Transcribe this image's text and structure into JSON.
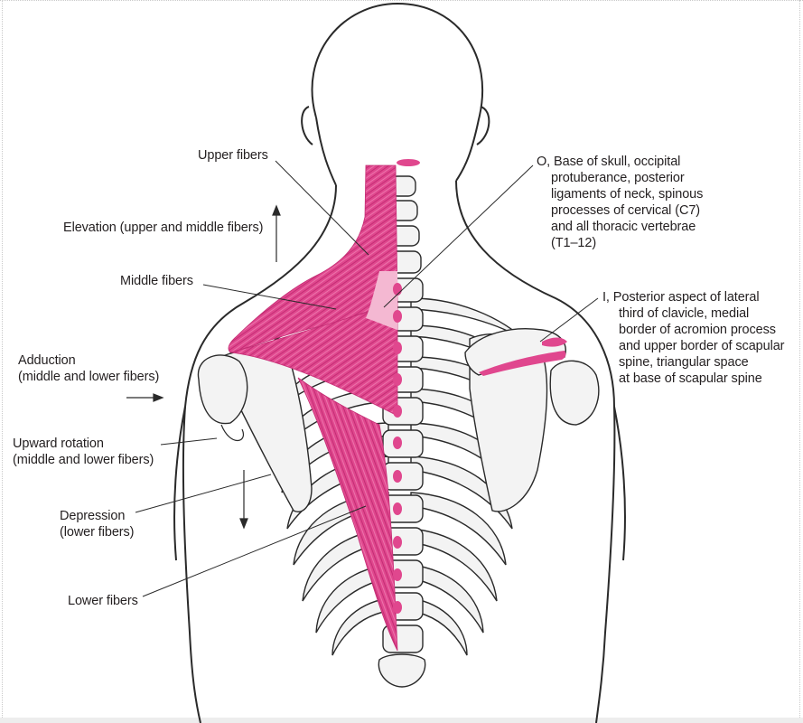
{
  "labels": {
    "upper_fibers": "Upper fibers",
    "elevation": "Elevation (upper and middle fibers)",
    "middle_fibers": "Middle fibers",
    "adduction_line1": "Adduction",
    "adduction_line2": "(middle and lower fibers)",
    "upward_rotation_line1": "Upward rotation",
    "upward_rotation_line2": "(middle and lower fibers)",
    "depression_line1": "Depression",
    "depression_line2": "(lower fibers)",
    "lower_fibers": "Lower fibers",
    "origin_lines": [
      "O, Base of skull, occipital",
      "protuberance, posterior",
      "ligaments of neck, spinous",
      "processes of cervical (C7)",
      "and all thoracic vertebrae",
      "(T1–12)"
    ],
    "insertion_lines": [
      "I, Posterior aspect of lateral",
      "third of clavicle, medial",
      "border of acromion process",
      "and upper border of scapular",
      "spine, triangular space",
      "at base of scapular spine"
    ]
  },
  "colors": {
    "muscle": "#e0478e",
    "muscle_light": "#f4b8d2",
    "bone": "#f3f3f3",
    "outline": "#2a2a2a"
  }
}
